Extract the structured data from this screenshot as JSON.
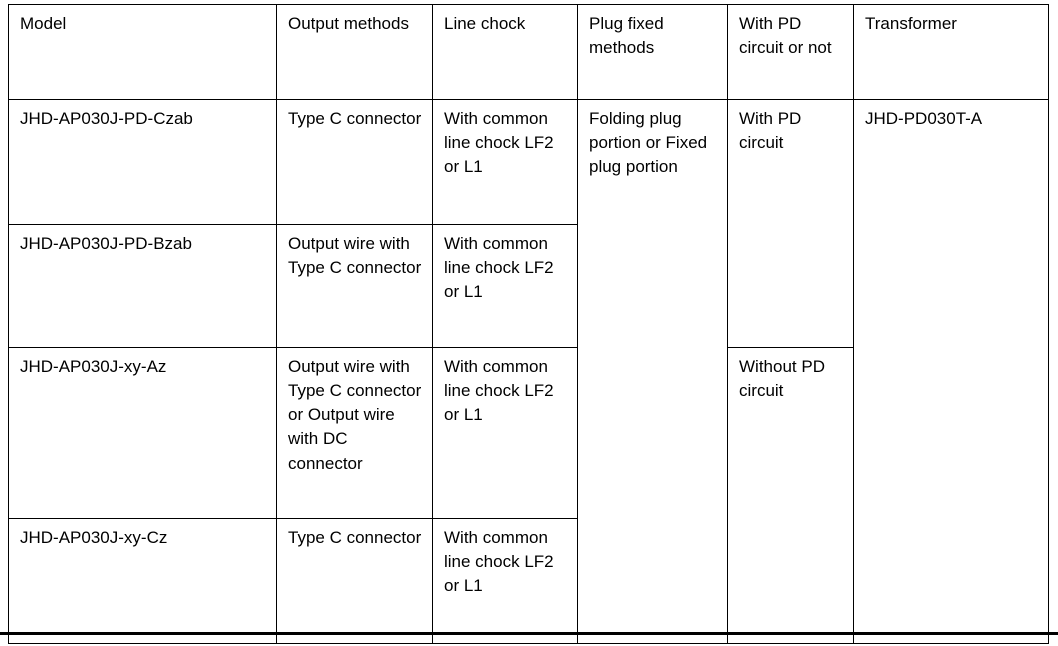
{
  "table": {
    "columns": [
      "Model",
      "Output methods",
      "Line chock",
      "Plug fixed methods",
      "With PD circuit or not",
      "Transformer"
    ],
    "headers": {
      "model": "Model",
      "output_methods": "Output methods",
      "line_chock": "Line chock",
      "plug_fixed_methods": "Plug fixed methods",
      "pd_circuit": "With PD circuit or not",
      "transformer": "Transformer"
    },
    "rows": [
      {
        "model": "JHD-AP030J-PD-Czab",
        "output_methods": "Type C connector",
        "line_chock": "With common line chock LF2 or L1"
      },
      {
        "model": "JHD-AP030J-PD-Bzab",
        "output_methods": "Output wire with Type C connector",
        "line_chock": "With common line chock LF2 or L1"
      },
      {
        "model": "JHD-AP030J-xy-Az",
        "output_methods": "Output wire with Type C connector or Output wire with DC connector",
        "line_chock": "With common line chock LF2 or L1"
      },
      {
        "model": "JHD-AP030J-xy-Cz",
        "output_methods": "Type C connector",
        "line_chock": "With common line chock LF2 or L1"
      }
    ],
    "merged": {
      "plug_fixed_methods_all_rows": "Folding plug portion or Fixed plug portion",
      "pd_circuit_rows_1_2": "With PD circuit",
      "pd_circuit_rows_3_4": "Without PD circuit",
      "transformer_all_rows": "JHD-PD030T-A"
    }
  },
  "colors": {
    "text": "#000000",
    "border": "#000000",
    "background": "#ffffff"
  }
}
